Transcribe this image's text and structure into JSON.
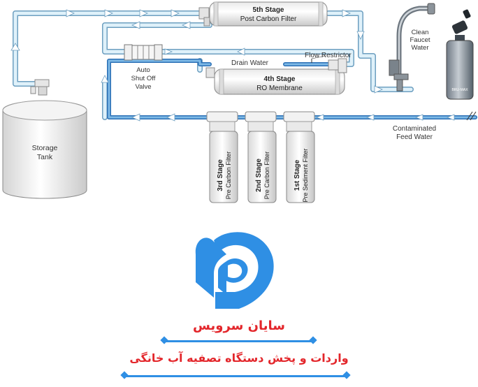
{
  "stages": {
    "stage5": {
      "title": "5th Stage",
      "name": "Post Carbon Filter"
    },
    "stage4": {
      "title": "4th Stage",
      "name": "RO Membrane"
    },
    "stage3": {
      "title": "3rd Stage",
      "name": "Pre Carbon Filter"
    },
    "stage2": {
      "title": "2nd Stage",
      "name": "Pre Carbon Filter"
    },
    "stage1": {
      "title": "1st Stage",
      "name": "Pre Sediment Filter"
    }
  },
  "labels": {
    "clean_water": [
      "Clean",
      "Faucet",
      "Water"
    ],
    "valve": [
      "Auto",
      "Shut Off",
      "Valve"
    ],
    "drain": "Drain Water",
    "restrictor": "Flow Restrictor",
    "feed": [
      "Contaminated",
      "Feed Water"
    ],
    "tank": [
      "Storage",
      "Tank"
    ],
    "bottle_mark": "BRU-MAX"
  },
  "brand": {
    "title": "سایان سرویس",
    "subtitle": "واردات و پخش دستگاه تصفیه آب خانگی"
  },
  "colors": {
    "tube_blue": "#3d86cf",
    "tube_light": "#a9d6ea",
    "brand_red": "#e3262b",
    "brand_blue": "#2f8fe4"
  }
}
